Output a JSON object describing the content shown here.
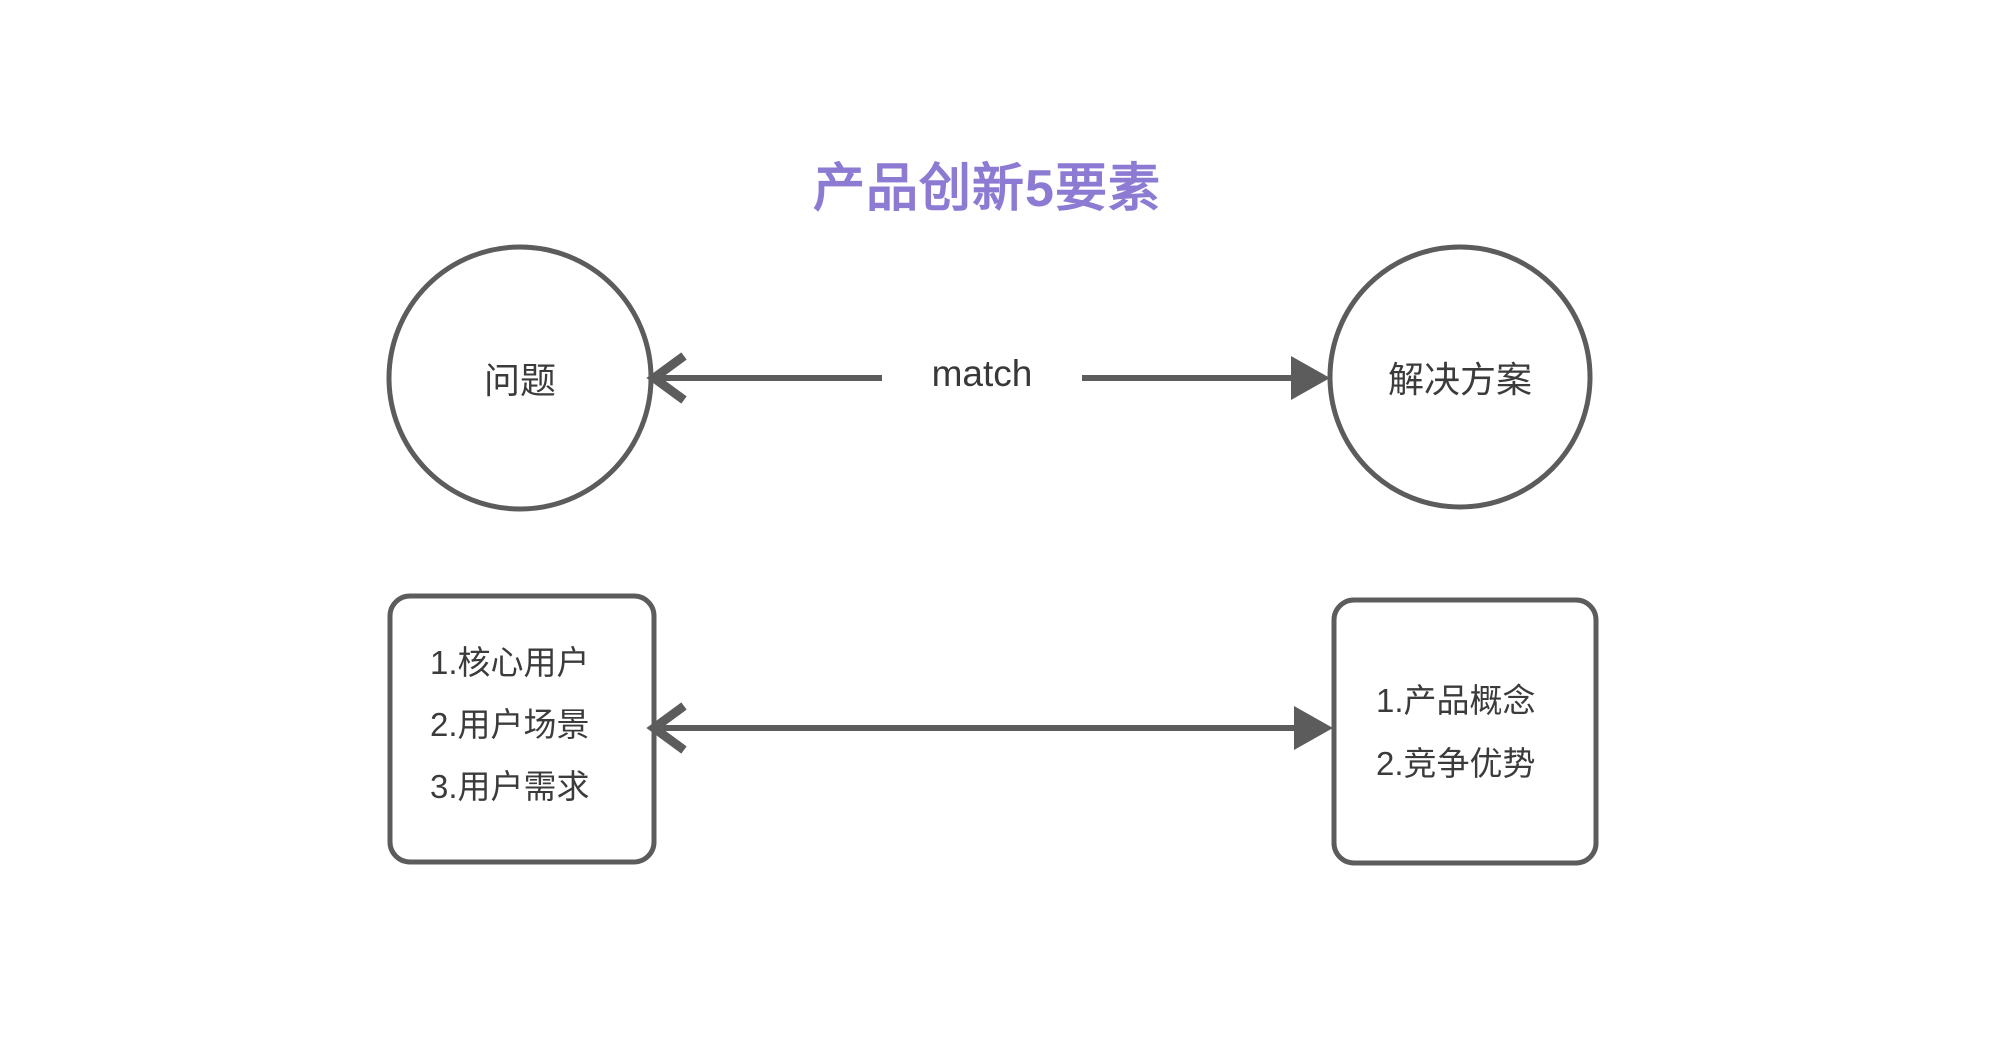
{
  "title": {
    "text": "产品创新5要素",
    "color": "#8c7ad3"
  },
  "nodes": {
    "problem_circle": {
      "label": "问题"
    },
    "solution_circle": {
      "label": "解决方案"
    },
    "problem_factors_box": {
      "items": [
        "1.核心用户",
        "2.用户场景",
        "3.用户需求"
      ]
    },
    "solution_factors_box": {
      "items": [
        "1.产品概念",
        "2.竞争优势"
      ]
    }
  },
  "connectors": {
    "match_label": "match"
  },
  "colors": {
    "accent_purple": "#8c7ad3",
    "stroke_gray": "#5c5c5c",
    "text_dark": "#3b3b3b",
    "background": "#ffffff"
  }
}
